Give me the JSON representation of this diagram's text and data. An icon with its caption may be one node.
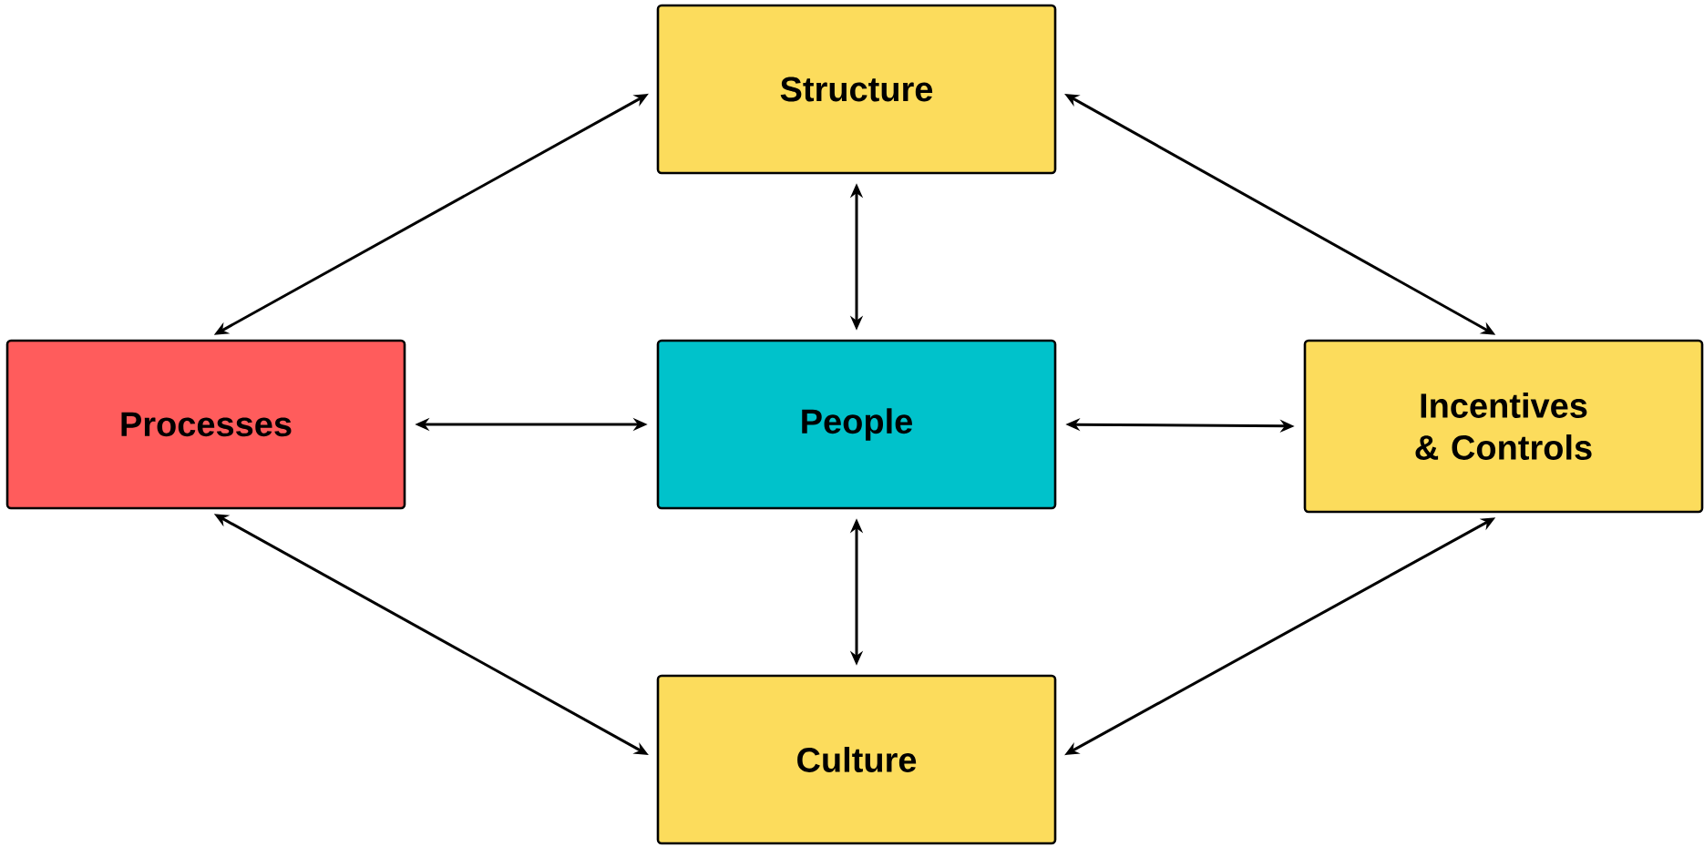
{
  "diagram": {
    "nodes": [
      {
        "text": [
          "Structure"
        ]
      },
      {
        "text": [
          "Processes"
        ]
      },
      {
        "text": [
          "People"
        ]
      },
      {
        "text": [
          "Incentives & Controls"
        ]
      },
      {
        "text": [
          "Culture"
        ]
      }
    ],
    "edges": [
      {
        "from": 0,
        "to": 1,
        "arrow": "both"
      },
      {
        "from": 0,
        "to": 2,
        "arrow": "both"
      },
      {
        "from": 0,
        "to": 3,
        "arrow": "both"
      },
      {
        "from": 1,
        "to": 2,
        "arrow": "both"
      },
      {
        "from": 2,
        "to": 3,
        "arrow": "both"
      },
      {
        "from": 2,
        "to": 4,
        "arrow": "both"
      },
      {
        "from": 1,
        "to": 4,
        "arrow": "both"
      },
      {
        "from": 3,
        "to": 4,
        "arrow": "both"
      }
    ]
  }
}
